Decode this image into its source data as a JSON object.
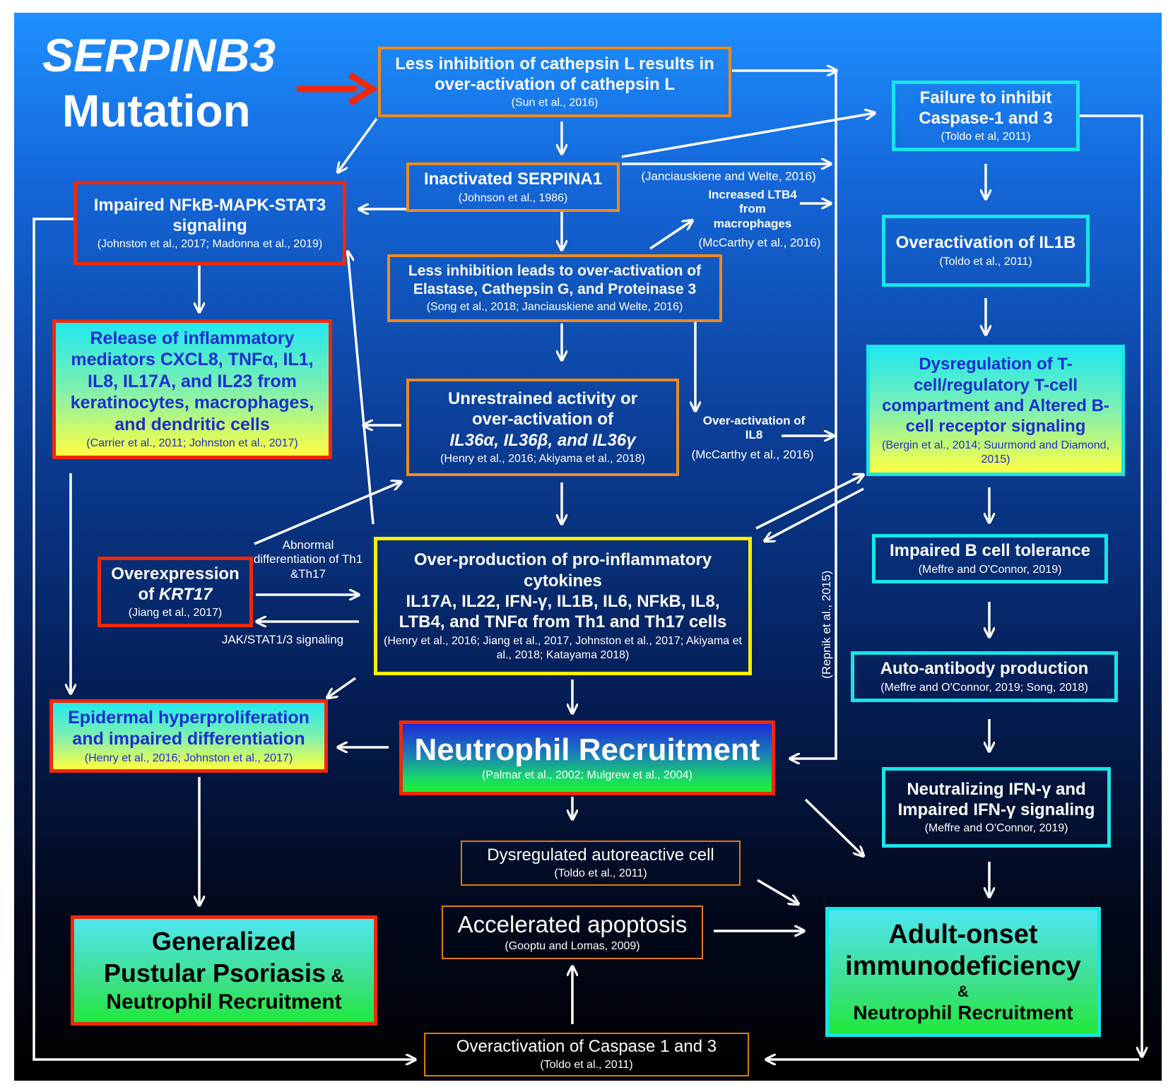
{
  "title": {
    "gene": "SERPINB3",
    "word": "Mutation"
  },
  "boxes": {
    "cathepsin_l": {
      "main": "Less inhibition of cathepsin L results in over-activation of cathepsin L",
      "ref": "(Sun et al., 2016)"
    },
    "serpina1": {
      "main": "Inactivated SERPINA1",
      "ref": "(Johnson et al., 1986)"
    },
    "elastase": {
      "main": "Less inhibition leads to over-activation of Elastase, Cathepsin G, and Proteinase 3",
      "ref": "(Song et al., 2018; Janciauskiene and Welte, 2016)"
    },
    "il36": {
      "line1": "Unrestrained activity or",
      "line2": "over-activation of",
      "line3": "IL36α, IL36β, and IL36γ",
      "ref": "(Henry et al., 2016; Akiyama et al., 2018)"
    },
    "cytokines": {
      "line1": "Over-production of pro-inflammatory cytokines",
      "line2": "IL17A, IL22, IFN-γ, IL1B, IL6, NFkB, IL8, LTB4, and TNFα from Th1 and Th17 cells",
      "ref": "(Henry et al., 2016; Jiang et al., 2017, Johnston et al., 2017; Akiyama et al., 2018; Katayama 2018)"
    },
    "neutrophil": {
      "main": "Neutrophil Recruitment",
      "ref": "(Palmar et al., 2002; Mulgrew et al., 2004)"
    },
    "autoreactive": {
      "main": "Dysregulated autoreactive cell",
      "ref": "(Toldo et al., 2011)"
    },
    "apoptosis": {
      "main": "Accelerated apoptosis",
      "ref": "(Gooptu and Lomas, 2009)"
    },
    "caspase_bottom": {
      "main": "Overactivation of Caspase 1 and 3",
      "ref": "(Toldo et al., 2011)"
    },
    "nfkb": {
      "main": "Impaired NFkB-MAPK-STAT3 signaling",
      "ref": "(Johnston et al., 2017; Madonna et al., 2019)"
    },
    "mediators": {
      "main": "Release of inflammatory mediators CXCL8, TNFα, IL1, IL8, IL17A, and IL23 from keratinocytes, macrophages, and dendritic cells",
      "ref": "(Carrier et al., 2011; Johnston et al., 2017)"
    },
    "krt17": {
      "line1": "Overexpression",
      "line2a": "of ",
      "line2b": "KRT17",
      "ref": "(Jiang et al., 2017)"
    },
    "epidermal": {
      "main": "Epidermal hyperproliferation and impaired differentiation",
      "ref": "(Henry et al., 2016; Johnston et al., 2017)"
    },
    "gpp": {
      "line1": "Generalized",
      "line2a": "Pustular Psoriasis",
      "line2b": " &",
      "line3": "Neutrophil Recruitment"
    },
    "caspase13": {
      "main": "Failure to inhibit Caspase-1 and 3",
      "ref": "(Toldo et al, 2011)"
    },
    "il1b": {
      "main": "Overactivation of IL1B",
      "ref": "(Toldo et al., 2011)"
    },
    "tcell": {
      "main": "Dysregulation of T-cell/regulatory T-cell compartment and Altered B-cell receptor signaling",
      "ref": "(Bergin et al., 2014; Suurmond and Diamond, 2015)"
    },
    "bcell": {
      "main": "Impaired B cell tolerance",
      "ref": "(Meffre and O'Connor, 2019)"
    },
    "autoantibody": {
      "main": "Auto-antibody production",
      "ref": "(Meffre and O'Connor, 2019; Song, 2018)"
    },
    "ifn": {
      "main": "Neutralizing IFN-γ and Impaired IFN-γ signaling",
      "ref": "(Meffre and O'Connor, 2019)"
    },
    "adult": {
      "line1": "Adult-onset",
      "line2": "immunodeficiency",
      "line3": "&",
      "line4": "Neutrophil Recruitment"
    }
  },
  "labels": {
    "janciauskiene": "(Janciauskiene and Welte, 2016)",
    "ltb4": "Increased LTB4 from macrophages",
    "ltb4_ref": "(McCarthy et al., 2016)",
    "il8": "Over-activation of IL8",
    "il8_ref": "(McCarthy et al., 2016)",
    "abnormal": "Abnormal differentiation of  Th1 &Th17",
    "jak": "JAK/STAT1/3 signaling",
    "repnik": "(Repnik et al., 2015)"
  },
  "colors": {
    "arrow": "#ffffff",
    "title_arrow": "#f0280a",
    "orange_border": "#f08a1c",
    "red_border": "#f0280a",
    "cyan_border": "#17e5e8",
    "yellow_border": "#ffee00"
  }
}
